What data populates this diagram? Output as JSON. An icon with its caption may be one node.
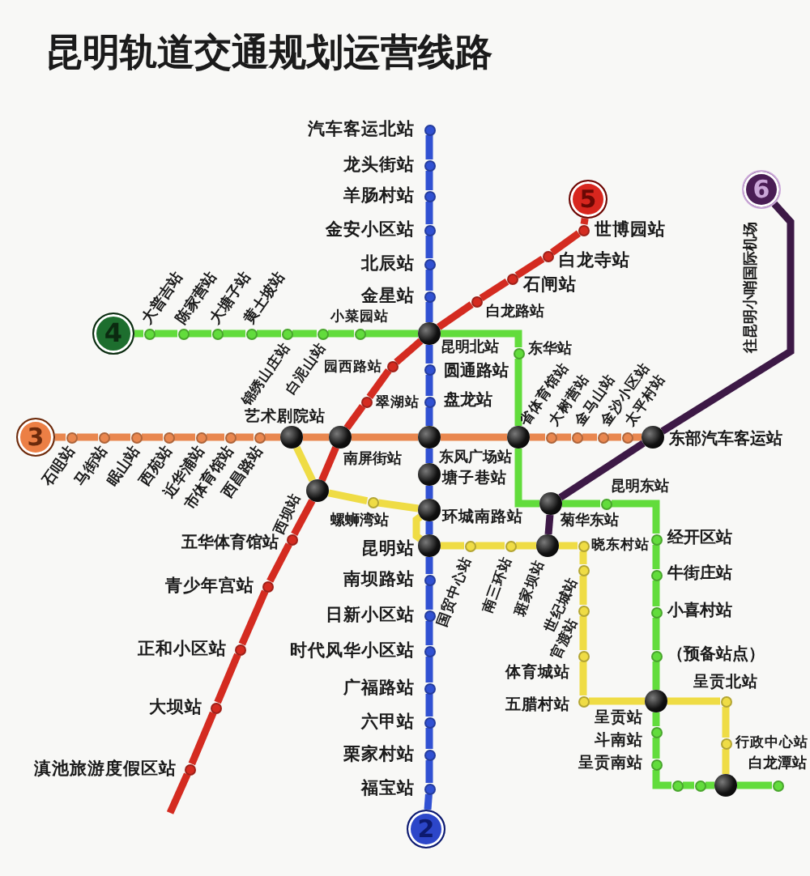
{
  "diagram": {
    "title": "昆明轨道交通规划运营线路",
    "nodes": [
      {
        "text": [],
        "shape": "circle",
        "beside": [
          "汽车客运北站"
        ]
      },
      {
        "text": [],
        "shape": "circle",
        "beside": [
          "龙头街站"
        ]
      },
      {
        "text": [],
        "shape": "circle",
        "beside": [
          "羊肠村站"
        ]
      },
      {
        "text": [],
        "shape": "circle",
        "beside": [
          "金安小区站"
        ]
      },
      {
        "text": [],
        "shape": "circle",
        "beside": [
          "北辰站"
        ]
      },
      {
        "text": [],
        "shape": "circle",
        "beside": [
          "金星站"
        ]
      },
      {
        "text": [],
        "shape": "circle",
        "beside": [
          "昆明北站"
        ]
      },
      {
        "text": [],
        "shape": "circle",
        "beside": [
          "圆通路站"
        ]
      },
      {
        "text": [],
        "shape": "circle",
        "beside": [
          "盘龙站"
        ]
      },
      {
        "text": [],
        "shape": "circle",
        "beside": [
          "东风广场站"
        ]
      },
      {
        "text": [],
        "shape": "circle",
        "beside": [
          "塘子巷站"
        ]
      },
      {
        "text": [],
        "shape": "circle",
        "beside": [
          "环城南路站"
        ]
      },
      {
        "text": [],
        "shape": "circle",
        "beside": [
          "昆明站"
        ]
      },
      {
        "text": [],
        "shape": "circle",
        "beside": [
          "南坝路站"
        ]
      },
      {
        "text": [],
        "shape": "circle",
        "beside": [
          "日新小区站"
        ]
      },
      {
        "text": [],
        "shape": "circle",
        "beside": [
          "时代风华小区站"
        ]
      },
      {
        "text": [],
        "shape": "circle",
        "beside": [
          "广福路站"
        ]
      },
      {
        "text": [],
        "shape": "circle",
        "beside": [
          "六甲站"
        ]
      },
      {
        "text": [],
        "shape": "circle",
        "beside": [
          "栗家村站"
        ]
      },
      {
        "text": [],
        "shape": "circle",
        "beside": [
          "福宝站"
        ]
      },
      {
        "text": [
          "2"
        ]
      },
      {
        "text": [
          "5"
        ]
      },
      {
        "text": [],
        "shape": "circle",
        "beside": [
          "世博园站"
        ]
      },
      {
        "text": [],
        "shape": "circle",
        "beside": [
          "白龙寺站"
        ]
      },
      {
        "text": [],
        "shape": "circle",
        "beside": [
          "石闸站"
        ]
      },
      {
        "text": [],
        "shape": "circle",
        "beside": [
          "白龙路站"
        ]
      },
      {
        "text": [],
        "shape": "circle",
        "beside": [
          "园西路站"
        ]
      },
      {
        "text": [],
        "shape": "circle",
        "beside": [
          "翠湖站"
        ]
      },
      {
        "text": [],
        "shape": "circle",
        "beside": [
          "南屏街站"
        ]
      },
      {
        "text": [],
        "shape": "circle",
        "beside": [
          "西坝站"
        ]
      },
      {
        "text": [],
        "shape": "circle",
        "beside": [
          "五华体育馆站"
        ]
      },
      {
        "text": [],
        "shape": "circle",
        "beside": [
          "青少年宫站"
        ]
      },
      {
        "text": [],
        "shape": "circle",
        "beside": [
          "正和小区站"
        ]
      },
      {
        "text": [],
        "shape": "circle",
        "beside": [
          "大坝站"
        ]
      },
      {
        "text": [],
        "shape": "circle",
        "beside": [
          "滇池旅游度假区站"
        ]
      },
      {
        "text": [
          "4"
        ]
      },
      {
        "text": [],
        "shape": "circle",
        "beside": [
          "大普吉站"
        ]
      },
      {
        "text": [],
        "shape": "circle",
        "beside": [
          "陈家营站"
        ]
      },
      {
        "text": [],
        "shape": "circle",
        "beside": [
          "大塘子站"
        ]
      },
      {
        "text": [],
        "shape": "circle",
        "beside": [
          "黄土坡站"
        ]
      },
      {
        "text": [],
        "shape": "circle",
        "beside": [
          "锦绣山庄站"
        ]
      },
      {
        "text": [],
        "shape": "circle",
        "beside": [
          "白泥山站"
        ]
      },
      {
        "text": [],
        "shape": "circle",
        "beside": [
          "小菜园站"
        ]
      },
      {
        "text": [],
        "shape": "circle",
        "beside": [
          "东华站"
        ]
      },
      {
        "text": [],
        "shape": "circle",
        "beside": [
          "省体育馆站"
        ]
      },
      {
        "text": [],
        "shape": "circle",
        "beside": [
          "菊华东站"
        ]
      },
      {
        "text": [],
        "shape": "circle",
        "beside": [
          "昆明东站"
        ]
      },
      {
        "text": [],
        "shape": "circle",
        "beside": [
          "经开区站"
        ]
      },
      {
        "text": [],
        "shape": "circle",
        "beside": [
          "牛街庄站"
        ]
      },
      {
        "text": [],
        "shape": "circle",
        "beside": [
          "小喜村站"
        ]
      },
      {
        "text": [],
        "shape": "circle",
        "beside": [
          "（预备站点）"
        ]
      },
      {
        "text": [],
        "shape": "circle",
        "beside": [
          "呈贡站"
        ]
      },
      {
        "text": [],
        "shape": "circle",
        "beside": [
          "斗南站"
        ]
      },
      {
        "text": [],
        "shape": "circle",
        "beside": [
          "呈贡南站"
        ]
      },
      {
        "text": [],
        "shape": "circle"
      },
      {
        "text": [],
        "shape": "circle"
      },
      {
        "text": [],
        "shape": "circle"
      },
      {
        "text": [],
        "shape": "circle",
        "beside": [
          "白龙潭站"
        ]
      },
      {
        "text": [
          "3"
        ]
      },
      {
        "text": [],
        "shape": "circle",
        "beside": [
          "石咀站"
        ]
      },
      {
        "text": [],
        "shape": "circle",
        "beside": [
          "马街站"
        ]
      },
      {
        "text": [],
        "shape": "circle",
        "beside": [
          "眠山站"
        ]
      },
      {
        "text": [],
        "shape": "circle",
        "beside": [
          "西苑站"
        ]
      },
      {
        "text": [],
        "shape": "circle",
        "beside": [
          "近华浦站"
        ]
      },
      {
        "text": [],
        "shape": "circle",
        "beside": [
          "市体育馆站"
        ]
      },
      {
        "text": [],
        "shape": "circle",
        "beside": [
          "西昌路站"
        ]
      },
      {
        "text": [],
        "shape": "circle",
        "beside": [
          "艺术剧院站"
        ]
      },
      {
        "text": [],
        "shape": "circle",
        "beside": [
          "大树营站"
        ]
      },
      {
        "text": [],
        "shape": "circle",
        "beside": [
          "金马山站"
        ]
      },
      {
        "text": [],
        "shape": "circle",
        "beside": [
          "金沙小区站"
        ]
      },
      {
        "text": [],
        "shape": "circle",
        "beside": [
          "太平村站"
        ]
      },
      {
        "text": [],
        "shape": "circle",
        "beside": [
          "东部汽车客运站"
        ]
      },
      {
        "text": [
          "6"
        ],
        "beside": [
          "往昆明小哨国际机场"
        ]
      },
      {
        "text": [],
        "shape": "circle",
        "beside": [
          "斑家坝站"
        ]
      },
      {
        "text": [],
        "shape": "circle",
        "beside": [
          "国贸中心站"
        ]
      },
      {
        "text": [],
        "shape": "circle",
        "beside": [
          "南三环站"
        ]
      },
      {
        "text": [],
        "shape": "circle",
        "beside": [
          "晓东村站"
        ]
      },
      {
        "text": [],
        "shape": "circle",
        "beside": [
          "世纪城站"
        ]
      },
      {
        "text": [],
        "shape": "circle",
        "beside": [
          "官渡站"
        ]
      },
      {
        "text": [],
        "shape": "circle",
        "beside": [
          "体育城站"
        ]
      },
      {
        "text": [],
        "shape": "circle",
        "beside": [
          "五腊村站"
        ]
      },
      {
        "text": [],
        "shape": "circle",
        "beside": [
          "呈贡北站"
        ]
      },
      {
        "text": [],
        "shape": "circle",
        "beside": [
          "行政中心站"
        ]
      },
      {
        "text": [],
        "shape": "circle",
        "beside": [
          "螺蛳湾站"
        ]
      }
    ],
    "edges": [
      {
        "from": 0,
        "to": 1,
        "arrow": "none",
        "color": "#3151d2"
      },
      {
        "from": 1,
        "to": 2,
        "arrow": "none",
        "color": "#3151d2"
      },
      {
        "from": 2,
        "to": 3,
        "arrow": "none",
        "color": "#3151d2"
      },
      {
        "from": 3,
        "to": 4,
        "arrow": "none",
        "color": "#3151d2"
      },
      {
        "from": 4,
        "to": 5,
        "arrow": "none",
        "color": "#3151d2"
      },
      {
        "from": 5,
        "to": 6,
        "arrow": "none",
        "color": "#3151d2"
      },
      {
        "from": 6,
        "to": 7,
        "arrow": "none",
        "color": "#3151d2"
      },
      {
        "from": 7,
        "to": 8,
        "arrow": "none",
        "color": "#3151d2"
      },
      {
        "from": 8,
        "to": 9,
        "arrow": "none",
        "color": "#3151d2"
      },
      {
        "from": 9,
        "to": 10,
        "arrow": "none",
        "color": "#3151d2"
      },
      {
        "from": 10,
        "to": 11,
        "arrow": "none",
        "color": "#3151d2"
      },
      {
        "from": 11,
        "to": 12,
        "arrow": "none",
        "color": "#3151d2"
      },
      {
        "from": 12,
        "to": 13,
        "arrow": "none",
        "color": "#3151d2"
      },
      {
        "from": 13,
        "to": 14,
        "arrow": "none",
        "color": "#3151d2"
      },
      {
        "from": 14,
        "to": 15,
        "arrow": "none",
        "color": "#3151d2"
      },
      {
        "from": 15,
        "to": 16,
        "arrow": "none",
        "color": "#3151d2"
      },
      {
        "from": 16,
        "to": 17,
        "arrow": "none",
        "color": "#3151d2"
      },
      {
        "from": 17,
        "to": 18,
        "arrow": "none",
        "color": "#3151d2"
      },
      {
        "from": 18,
        "to": 19,
        "arrow": "none",
        "color": "#3151d2"
      },
      {
        "from": 19,
        "to": 20,
        "arrow": "none",
        "color": "#3151d2"
      },
      {
        "from": 21,
        "to": 22,
        "arrow": "none",
        "color": "#d42b20"
      },
      {
        "from": 22,
        "to": 23,
        "arrow": "none",
        "color": "#d42b20"
      },
      {
        "from": 23,
        "to": 24,
        "arrow": "none",
        "color": "#d42b20"
      },
      {
        "from": 24,
        "to": 25,
        "arrow": "none",
        "color": "#d42b20"
      },
      {
        "from": 25,
        "to": 6,
        "arrow": "none",
        "color": "#d42b20"
      },
      {
        "from": 6,
        "to": 26,
        "arrow": "none",
        "color": "#d42b20"
      },
      {
        "from": 26,
        "to": 27,
        "arrow": "none",
        "color": "#d42b20"
      },
      {
        "from": 27,
        "to": 28,
        "arrow": "none",
        "color": "#d42b20"
      },
      {
        "from": 28,
        "to": 29,
        "arrow": "none",
        "color": "#d42b20"
      },
      {
        "from": 29,
        "to": 30,
        "arrow": "none",
        "color": "#d42b20"
      },
      {
        "from": 30,
        "to": 31,
        "arrow": "none",
        "color": "#d42b20"
      },
      {
        "from": 31,
        "to": 32,
        "arrow": "none",
        "color": "#d42b20"
      },
      {
        "from": 32,
        "to": 33,
        "arrow": "none",
        "color": "#d42b20"
      },
      {
        "from": 33,
        "to": 34,
        "arrow": "none",
        "color": "#d42b20"
      },
      {
        "from": 34,
        "to": null,
        "arrow": "none",
        "color": "#d42b20"
      },
      {
        "from": 35,
        "to": 36,
        "arrow": "none",
        "color": "#62dc3c"
      },
      {
        "from": 36,
        "to": 37,
        "arrow": "none",
        "color": "#62dc3c"
      },
      {
        "from": 37,
        "to": 38,
        "arrow": "none",
        "color": "#62dc3c"
      },
      {
        "from": 38,
        "to": 39,
        "arrow": "none",
        "color": "#62dc3c"
      },
      {
        "from": 39,
        "to": 40,
        "arrow": "none",
        "color": "#62dc3c"
      },
      {
        "from": 40,
        "to": 41,
        "arrow": "none",
        "color": "#62dc3c"
      },
      {
        "from": 41,
        "to": 42,
        "arrow": "none",
        "color": "#62dc3c"
      },
      {
        "from": 42,
        "to": 6,
        "arrow": "none",
        "color": "#62dc3c"
      },
      {
        "from": 6,
        "to": 43,
        "arrow": "none",
        "color": "#62dc3c"
      },
      {
        "from": 43,
        "to": 44,
        "arrow": "none",
        "color": "#62dc3c"
      },
      {
        "from": 44,
        "to": 45,
        "arrow": "none",
        "color": "#62dc3c"
      },
      {
        "from": 45,
        "to": 46,
        "arrow": "none",
        "color": "#62dc3c"
      },
      {
        "from": 46,
        "to": 47,
        "arrow": "none",
        "color": "#62dc3c"
      },
      {
        "from": 47,
        "to": 48,
        "arrow": "none",
        "color": "#62dc3c"
      },
      {
        "from": 48,
        "to": 49,
        "arrow": "none",
        "color": "#62dc3c"
      },
      {
        "from": 49,
        "to": 50,
        "arrow": "none",
        "color": "#62dc3c"
      },
      {
        "from": 50,
        "to": 51,
        "arrow": "none",
        "color": "#62dc3c"
      },
      {
        "from": 51,
        "to": 52,
        "arrow": "none",
        "color": "#62dc3c"
      },
      {
        "from": 52,
        "to": 53,
        "arrow": "none",
        "color": "#62dc3c"
      },
      {
        "from": 53,
        "to": 54,
        "arrow": "none",
        "color": "#62dc3c"
      },
      {
        "from": 54,
        "to": 55,
        "arrow": "none",
        "color": "#62dc3c"
      },
      {
        "from": 55,
        "to": 56,
        "arrow": "none",
        "color": "#62dc3c"
      },
      {
        "from": 56,
        "to": 57,
        "arrow": "none",
        "color": "#62dc3c"
      },
      {
        "from": 58,
        "to": 59,
        "arrow": "none",
        "color": "#e9874f"
      },
      {
        "from": 59,
        "to": 60,
        "arrow": "none",
        "color": "#e9874f"
      },
      {
        "from": 60,
        "to": 61,
        "arrow": "none",
        "color": "#e9874f"
      },
      {
        "from": 61,
        "to": 62,
        "arrow": "none",
        "color": "#e9874f"
      },
      {
        "from": 62,
        "to": 63,
        "arrow": "none",
        "color": "#e9874f"
      },
      {
        "from": 63,
        "to": 64,
        "arrow": "none",
        "color": "#e9874f"
      },
      {
        "from": 64,
        "to": 65,
        "arrow": "none",
        "color": "#e9874f"
      },
      {
        "from": 65,
        "to": 66,
        "arrow": "none",
        "color": "#e9874f"
      },
      {
        "from": 66,
        "to": 28,
        "arrow": "none",
        "color": "#e9874f"
      },
      {
        "from": 28,
        "to": 9,
        "arrow": "none",
        "color": "#e9874f"
      },
      {
        "from": 9,
        "to": 44,
        "arrow": "none",
        "color": "#e9874f"
      },
      {
        "from": 44,
        "to": 67,
        "arrow": "none",
        "color": "#e9874f"
      },
      {
        "from": 67,
        "to": 68,
        "arrow": "none",
        "color": "#e9874f"
      },
      {
        "from": 68,
        "to": 69,
        "arrow": "none",
        "color": "#e9874f"
      },
      {
        "from": 69,
        "to": 70,
        "arrow": "none",
        "color": "#e9874f"
      },
      {
        "from": 70,
        "to": 71,
        "arrow": "none",
        "color": "#e9874f"
      },
      {
        "from": 72,
        "to": 71,
        "arrow": "none",
        "color": "#3d1946"
      },
      {
        "from": 71,
        "to": 45,
        "arrow": "none",
        "color": "#3d1946"
      },
      {
        "from": 45,
        "to": 73,
        "arrow": "none",
        "color": "#3d1946"
      },
      {
        "from": 66,
        "to": 29,
        "arrow": "none",
        "color": "#efdc45"
      },
      {
        "from": 29,
        "to": 83,
        "arrow": "none",
        "color": "#efdc45"
      },
      {
        "from": 83,
        "to": 11,
        "arrow": "none",
        "color": "#efdc45"
      },
      {
        "from": 11,
        "to": 12,
        "arrow": "none",
        "color": "#efdc45"
      },
      {
        "from": 12,
        "to": 74,
        "arrow": "none",
        "color": "#efdc45"
      },
      {
        "from": 74,
        "to": 75,
        "arrow": "none",
        "color": "#efdc45"
      },
      {
        "from": 75,
        "to": 73,
        "arrow": "none",
        "color": "#efdc45"
      },
      {
        "from": 73,
        "to": 76,
        "arrow": "none",
        "color": "#efdc45"
      },
      {
        "from": 76,
        "to": 77,
        "arrow": "none",
        "color": "#efdc45"
      },
      {
        "from": 77,
        "to": 78,
        "arrow": "none",
        "color": "#efdc45"
      },
      {
        "from": 78,
        "to": 79,
        "arrow": "none",
        "color": "#efdc45"
      },
      {
        "from": 79,
        "to": 80,
        "arrow": "none",
        "color": "#efdc45"
      },
      {
        "from": 80,
        "to": 51,
        "arrow": "none",
        "color": "#efdc45"
      },
      {
        "from": 51,
        "to": 81,
        "arrow": "none",
        "color": "#efdc45"
      },
      {
        "from": 81,
        "to": 82,
        "arrow": "none",
        "color": "#efdc45"
      },
      {
        "from": 82,
        "to": 56,
        "arrow": "none",
        "color": "#efdc45"
      }
    ]
  }
}
